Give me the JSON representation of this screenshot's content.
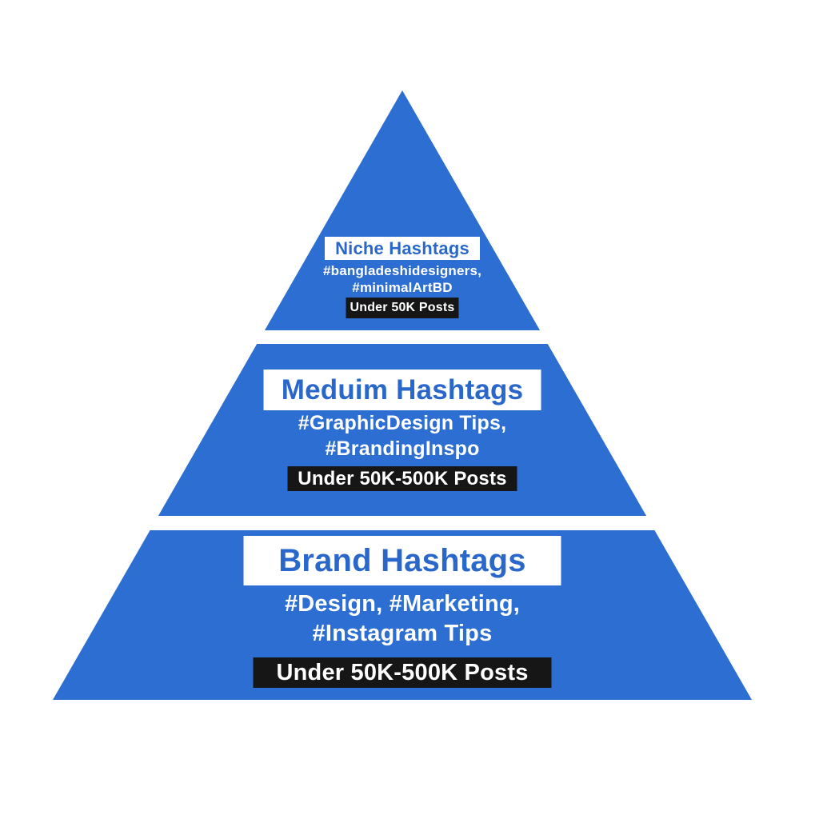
{
  "diagram": {
    "type": "pyramid",
    "colors": {
      "canvas_bg": "#ffffff",
      "pyramid_blue": "#2d6ed2",
      "title_blue": "#2a67cb",
      "label_bg": "#ffffff",
      "badge_bg": "#161616",
      "badge_text": "#ffffff",
      "hashtag_text": "#ffffff"
    },
    "tiers": [
      {
        "level": "top",
        "title": "Niche Hashtags",
        "hashtags_line1": "#bangladeshidesigners,",
        "hashtags_line2": "#minimalArtBD",
        "posts": "Under 50K Posts"
      },
      {
        "level": "middle",
        "title": "Meduim Hashtags",
        "hashtags_line1": "#GraphicDesign Tips,",
        "hashtags_line2": "#BrandingInspo",
        "posts": "Under 50K-500K Posts"
      },
      {
        "level": "bottom",
        "title": "Brand Hashtags",
        "hashtags_line1": "#Design, #Marketing,",
        "hashtags_line2": "#Instagram Tips",
        "posts": "Under 50K-500K Posts"
      }
    ]
  }
}
